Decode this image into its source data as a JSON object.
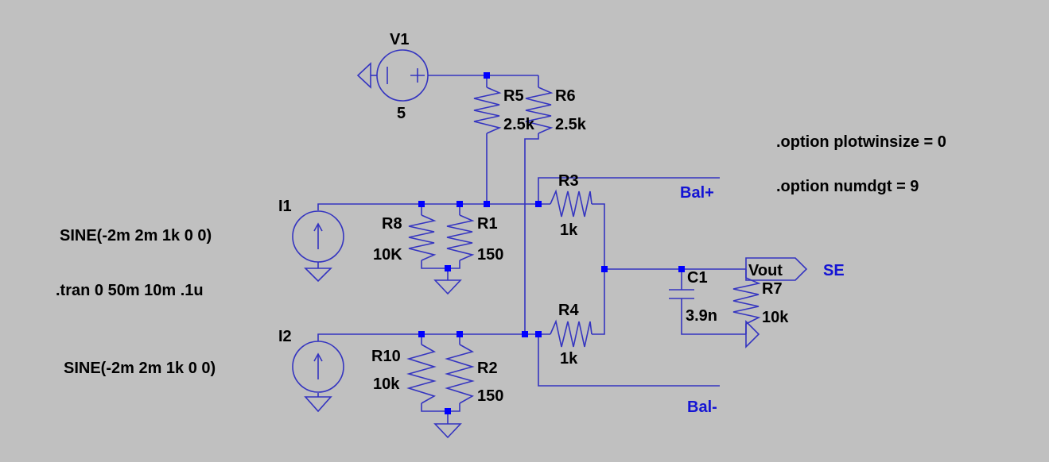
{
  "colors": {
    "background": "#c0c0c0",
    "wire": "#3434c0",
    "junction": "#0000ff",
    "component_text": "#000000",
    "net_label": "#1414d4"
  },
  "symbols": {
    "V1": "voltage-source",
    "I1": "current-source",
    "I2": "current-source",
    "C1": "capacitor",
    "ground": "ground",
    "flag": "output-flag"
  },
  "V1": {
    "name": "V1",
    "value": "5"
  },
  "I1": {
    "name": "I1",
    "value": "SINE(-2m 2m 1k 0 0)"
  },
  "I2": {
    "name": "I2",
    "value": "SINE(-2m 2m 1k 0 0)"
  },
  "R1": {
    "name": "R1",
    "value": "150"
  },
  "R2": {
    "name": "R2",
    "value": "150"
  },
  "R3": {
    "name": "R3",
    "value": "1k"
  },
  "R4": {
    "name": "R4",
    "value": "1k"
  },
  "R5": {
    "name": "R5",
    "value": "2.5k"
  },
  "R6": {
    "name": "R6",
    "value": "2.5k"
  },
  "R7": {
    "name": "R7",
    "value": "10k"
  },
  "R8": {
    "name": "R8",
    "value": "10K"
  },
  "R10": {
    "name": "R10",
    "value": "10k"
  },
  "C1": {
    "name": "C1",
    "value": "3.9n"
  },
  "directives": {
    "tran": ".tran 0 50m 10m .1u",
    "plotwinsize": ".option plotwinsize = 0",
    "numdgt": ".option numdgt = 9"
  },
  "nets": {
    "bal_plus": "Bal+",
    "bal_minus": "Bal-",
    "se": "SE",
    "vout": "Vout"
  }
}
